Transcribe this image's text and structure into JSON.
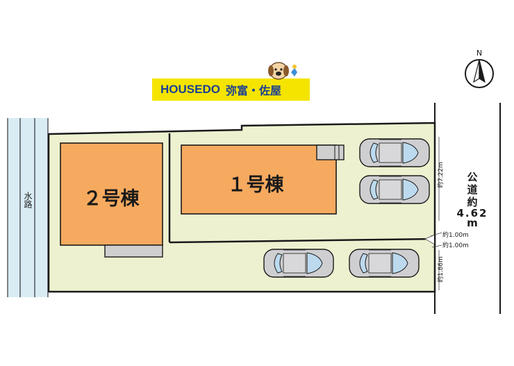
{
  "logo": {
    "brand": "HOUSEDO",
    "branch": "弥富・佐屋"
  },
  "compass": {
    "north_label": "N"
  },
  "buildings": {
    "b1_label": "１号棟",
    "b2_label": "２号棟"
  },
  "waterway": {
    "label": "水路"
  },
  "road": {
    "label": "公道約4.62m",
    "c1": "公",
    "c2": "道",
    "c3": "約",
    "width": "4.62",
    "unit": "m"
  },
  "dimensions": {
    "frontage": "約7.22m",
    "d1": "約1.00m",
    "d2": "約1.00m",
    "d3": "約1.86m"
  },
  "colors": {
    "lot": "#eef1cf",
    "building": "#f6aa5f",
    "outline": "#1a1a1a",
    "waterway": "#d9ecf4",
    "banner_bg": "#f5e400",
    "banner_text": "#1b3f93"
  }
}
